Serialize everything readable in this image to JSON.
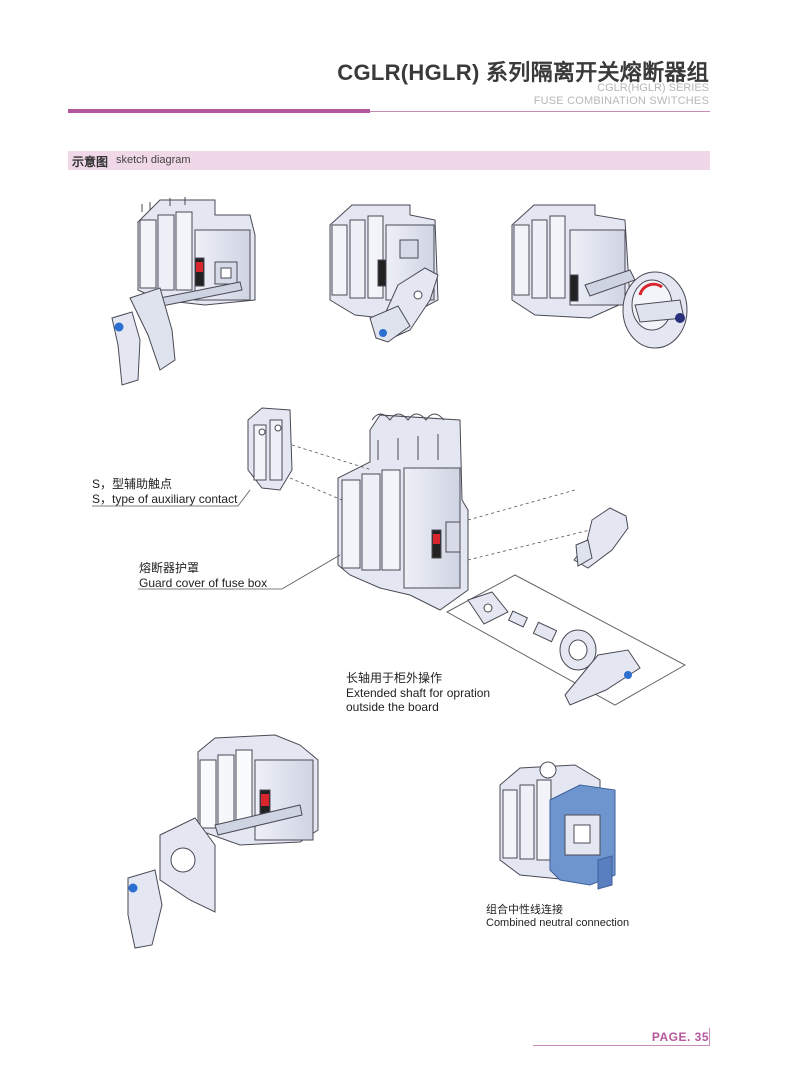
{
  "header": {
    "title": "CGLR(HGLR) 系列隔离开关熔断器组",
    "subtitle_line1": "CGLR(HGLR) SERIES",
    "subtitle_line2": "FUSE COMBINATION SWITCHES"
  },
  "section": {
    "label_cn": "示意图",
    "label_en": "sketch diagram"
  },
  "labels": {
    "aux_contact_cn": "S，型辅助触点",
    "aux_contact_en": "S，type of auxiliary contact",
    "guard_cover_cn": "熔断器护罩",
    "guard_cover_en": "Guard cover of fuse box",
    "shaft_cn": "长轴用于柜外操作",
    "shaft_en_1": "Extended shaft for opration",
    "shaft_en_2": "outside the board",
    "neutral_cn": "组合中性线连接",
    "neutral_en": "Combined neutral connection"
  },
  "footer": {
    "page": "PAGE. 35"
  },
  "colors": {
    "accent": "#b5579c",
    "band": "#f0d8e8",
    "device_fill": "#e4e7f1",
    "device_stroke": "#4a4a55",
    "handle_blue": "#2b6fd0",
    "frame_blue": "#6f95cf",
    "indicator_red": "#d9262c"
  }
}
